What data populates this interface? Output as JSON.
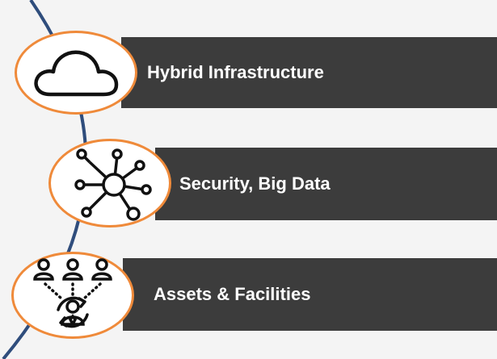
{
  "colors": {
    "background": "#f4f4f4",
    "bar": "#3c3c3c",
    "bar_text": "#ffffff",
    "circle_border": "#ef8a3a",
    "arc": "#2f4d7c"
  },
  "items": [
    {
      "label": "Hybrid Infrastructure",
      "icon": "cloud-icon"
    },
    {
      "label": "Security, Big Data",
      "icon": "network-hub-icon"
    },
    {
      "label": "Assets & Facilities",
      "icon": "people-cycle-icon"
    }
  ]
}
